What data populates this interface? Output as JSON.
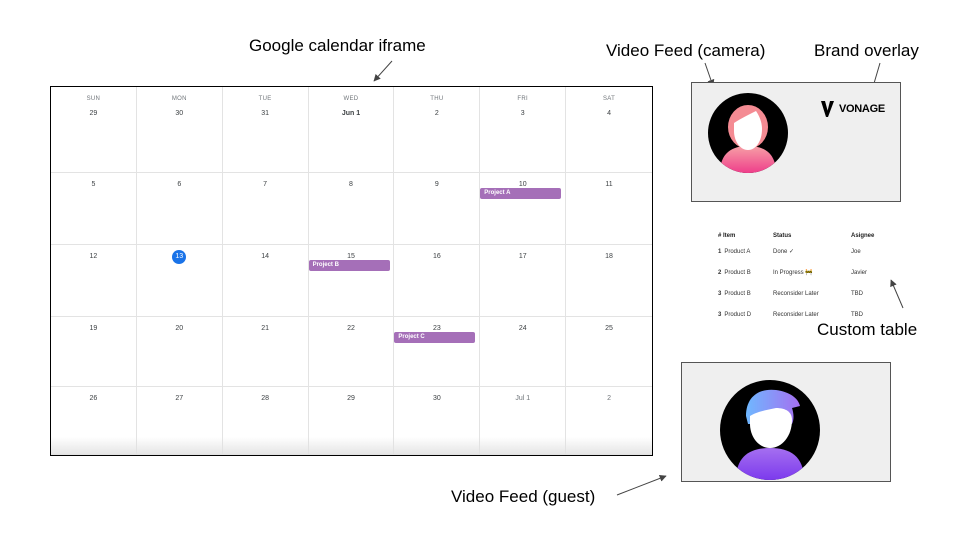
{
  "annotations": {
    "calendar": "Google calendar iframe",
    "camera": "Video Feed (camera)",
    "brand": "Brand overlay",
    "table": "Custom table",
    "guest": "Video Feed (guest)"
  },
  "calendar": {
    "weekdays": [
      "SUN",
      "MON",
      "TUE",
      "WED",
      "THU",
      "FRI",
      "SAT"
    ],
    "first_row": [
      "29",
      "30",
      "31",
      "Jun 1",
      "2",
      "3",
      "4"
    ],
    "rows": [
      [
        "5",
        "6",
        "7",
        "8",
        "9",
        "10",
        "11"
      ],
      [
        "12",
        "13",
        "14",
        "15",
        "16",
        "17",
        "18"
      ],
      [
        "19",
        "20",
        "21",
        "22",
        "23",
        "24",
        "25"
      ],
      [
        "26",
        "27",
        "28",
        "29",
        "30",
        "Jul 1",
        "2"
      ]
    ],
    "today": "13",
    "events": [
      {
        "title": "Project A",
        "date": "10"
      },
      {
        "title": "Project B",
        "date": "15"
      },
      {
        "title": "Project C",
        "date": "23"
      }
    ],
    "event_color": "#a56fb8",
    "today_color": "#1a73e8"
  },
  "brand": {
    "name": "VONAGE",
    "logo_icon": "vonage-v-logo-icon"
  },
  "video": {
    "camera_avatar_colors": [
      "#f6a0a6",
      "#ef3e8b"
    ],
    "guest_avatar_colors": [
      "#6fb8ff",
      "#7c3aed"
    ]
  },
  "table": {
    "headers": [
      "# Item",
      "Status",
      "Asignee"
    ],
    "rows": [
      {
        "num": "1",
        "item": "Product A",
        "status": "Done ✓",
        "assignee": "Joe"
      },
      {
        "num": "2",
        "item": "Product B",
        "status": "In Progress 🚧",
        "assignee": "Javier"
      },
      {
        "num": "3",
        "item": "Product B",
        "status": "Reconsider Later",
        "assignee": "TBD"
      },
      {
        "num": "3",
        "item": "Product D",
        "status": "Reconsider Later",
        "assignee": "TBD"
      }
    ]
  }
}
